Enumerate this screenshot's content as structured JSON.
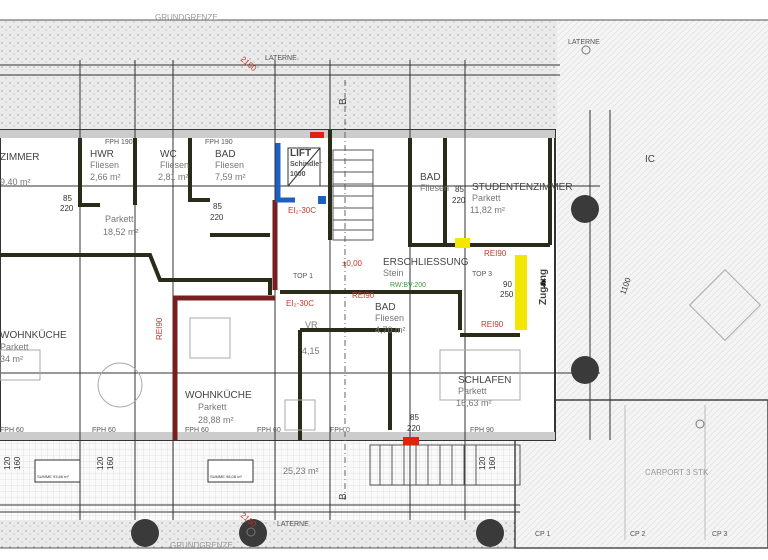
{
  "site": {
    "boundary_top": "GRUNDGRENZE",
    "boundary_bottom": "GRUNDGRENZE",
    "lamp_top_1": "LATERNE",
    "lamp_top_2": "LATERNE",
    "lamp_bottom": "LATERNE",
    "dim_top": "2150",
    "dim_bottom": "2150",
    "section_top": "B",
    "section_bottom": "B",
    "ic": "IC",
    "dim_right": "1100",
    "parking": [
      "CP 1",
      "CP 2",
      "CP 3"
    ],
    "carport_text": "CARPORT 3 STK"
  },
  "rooms": {
    "zimmer": {
      "name": "ZIMMER",
      "area": "9,40 m²"
    },
    "hwr": {
      "name": "HWR",
      "floor": "Fliesen",
      "area": "2,66 m²",
      "fph": "FPH 190"
    },
    "wc": {
      "name": "WC",
      "floor": "Fliesen",
      "area": "2,81 m²"
    },
    "bad1": {
      "name": "BAD",
      "floor": "Fliesen",
      "area": "7,59 m²",
      "fph": "FPH 190"
    },
    "vorraum": {
      "floor": "Parkett",
      "area": "18,52 m²"
    },
    "lift": {
      "name": "LIFT",
      "brand": "Schindler",
      "capacity": "1000"
    },
    "studentenzimmer": {
      "name": "STUDENTENZIMMER",
      "floor": "Parkett",
      "area": "11,82 m²"
    },
    "bad2": {
      "name": "BAD",
      "floor": "Fliesen"
    },
    "erschliessung": {
      "name": "ERSCHLIESSUNG",
      "floor": "Stein"
    },
    "wohnkueche1": {
      "name": "WOHNKÜCHE",
      "floor": "Parkett",
      "area": "34 m²"
    },
    "wohnkueche2": {
      "name": "WOHNKÜCHE",
      "floor": "Parkett",
      "area": "28,88 m²"
    },
    "bad3": {
      "name": "BAD",
      "floor": "Fliesen",
      "area": "4,70 m²"
    },
    "vr": {
      "name": "VR",
      "area": "4,15"
    },
    "schlafen": {
      "name": "SCHLAFEN",
      "floor": "Parkett",
      "area": "16,63 m²"
    },
    "terrace": {
      "area": "25,23 m²"
    }
  },
  "annotations": {
    "top1": "TOP 1",
    "top3": "TOP 3",
    "level": "±0,00",
    "rei90": "REI90",
    "ei30": "EI₂-30C",
    "zugang": "Zugang",
    "door_w": "85",
    "door_h": "220",
    "entry_w": "90",
    "entry_h": "250",
    "fph60": "FPH 60",
    "fph0": "FPH 0",
    "fph90": "FPH 90",
    "win_w": "120",
    "win_h": "160",
    "summe_1": "SUMME 93,66 m²",
    "summe_2": "SUMME 98,08 m²",
    "rwbv": "RW:BV:200"
  },
  "colors": {
    "wall": "#2b2b1a",
    "fire_wall": "#7a1f1f",
    "lift": "#1f5fbf",
    "highlight": "#f3e600",
    "red_mark": "#e02010",
    "tree": "#3a3a3a"
  }
}
